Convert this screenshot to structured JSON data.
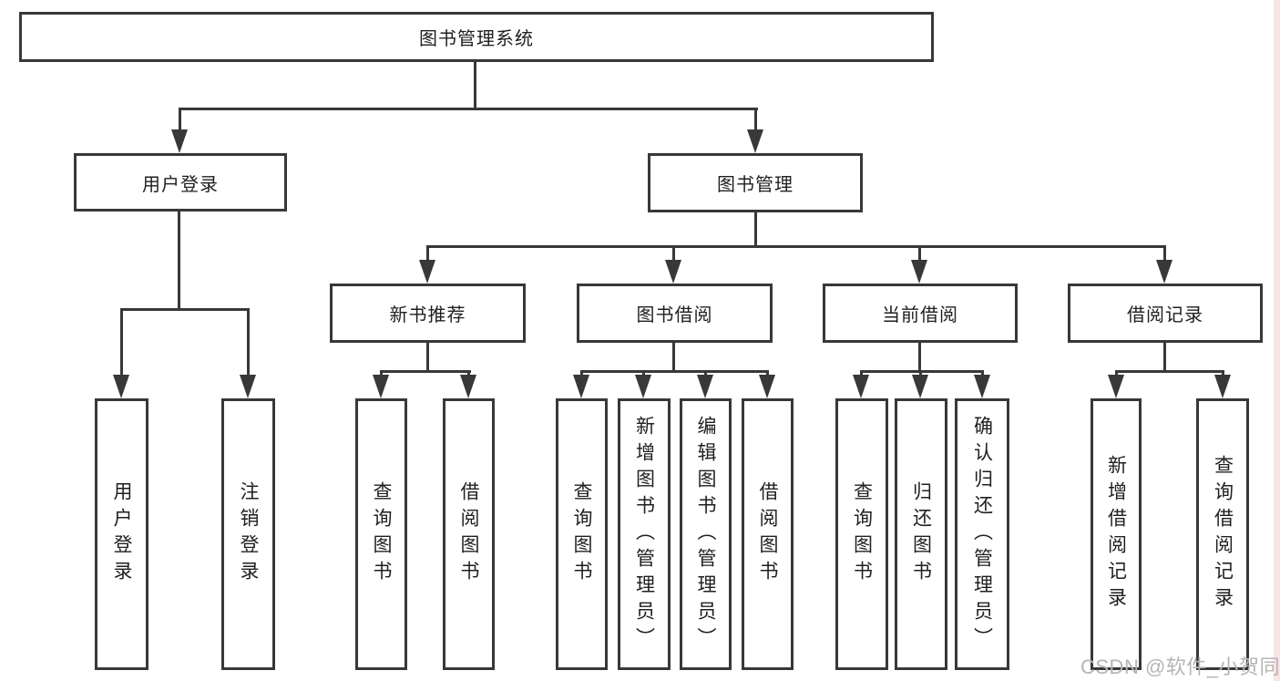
{
  "diagram_type": "hierarchy-tree",
  "tree": {
    "label": "图书管理系统",
    "children": [
      {
        "label": "用户登录",
        "children": [
          {
            "label": "用户登录"
          },
          {
            "label": "注销登录"
          }
        ]
      },
      {
        "label": "图书管理",
        "children": [
          {
            "label": "新书推荐",
            "children": [
              {
                "label": "查询图书"
              },
              {
                "label": "借阅图书"
              }
            ]
          },
          {
            "label": "图书借阅",
            "children": [
              {
                "label": "查询图书"
              },
              {
                "label": "新增图书（管理员）"
              },
              {
                "label": "编辑图书（管理员）"
              },
              {
                "label": "借阅图书"
              }
            ]
          },
          {
            "label": "当前借阅",
            "children": [
              {
                "label": "查询图书"
              },
              {
                "label": "归还图书"
              },
              {
                "label": "确认归还（管理员）"
              }
            ]
          },
          {
            "label": "借阅记录",
            "children": [
              {
                "label": "新增借阅记录"
              },
              {
                "label": "查询借阅记录"
              }
            ]
          }
        ]
      }
    ]
  },
  "watermark": {
    "text": "CSDN @软件_小贺同学",
    "color": "#b5b5b5"
  },
  "colors": {
    "line": "#383838",
    "box_border": "#383838",
    "text": "#1f1f1f",
    "background": "#ffffff",
    "right_edge_tint": "#f8dfe2"
  }
}
